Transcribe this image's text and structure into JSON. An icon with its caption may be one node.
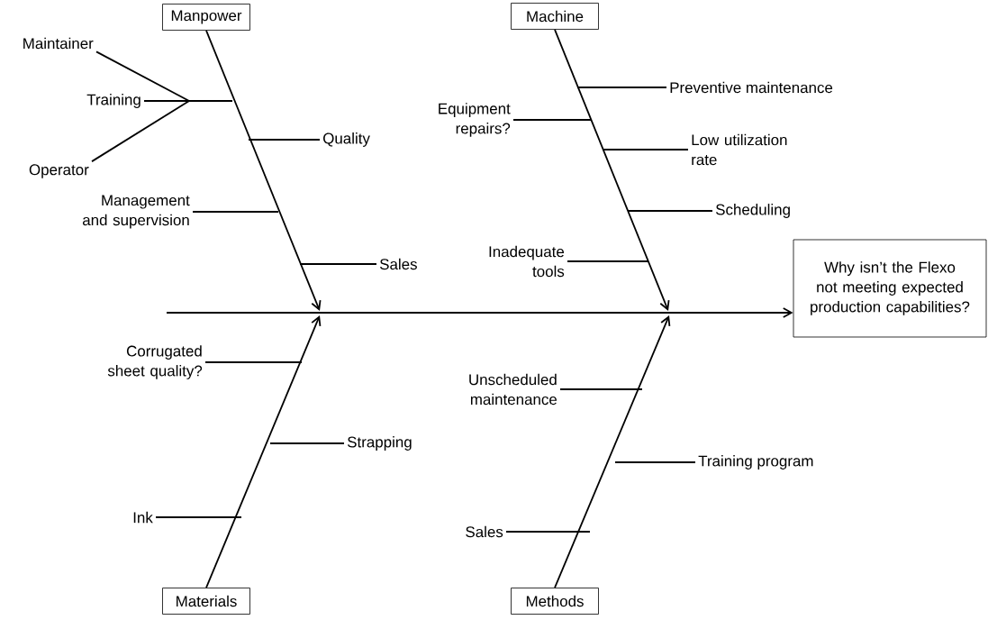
{
  "diagram": {
    "nodes": [
      {
        "text": [
          "Manpower"
        ]
      },
      {
        "text": [
          "Maintainer"
        ]
      },
      {
        "text": [
          "Training"
        ]
      },
      {
        "text": [
          "Operator"
        ]
      },
      {
        "text": [
          "Quality"
        ]
      },
      {
        "text": [
          "Management and supervision"
        ]
      },
      {
        "text": [
          "Sales"
        ]
      },
      {
        "text": [
          "Machine"
        ]
      },
      {
        "text": [
          "Preventive maintenance"
        ]
      },
      {
        "text": [
          "Equipment repairs?"
        ]
      },
      {
        "text": [
          "Low utilization rate"
        ]
      },
      {
        "text": [
          "Scheduling"
        ]
      },
      {
        "text": [
          "Inadequate tools"
        ]
      },
      {
        "text": [
          "Why isn’t the Flexo not meeting expected production capabilities?"
        ]
      },
      {
        "text": [
          "Materials"
        ]
      },
      {
        "text": [
          "Corrugated sheet quality?"
        ]
      },
      {
        "text": [
          "Strapping"
        ]
      },
      {
        "text": [
          "Ink"
        ]
      },
      {
        "text": [
          "Methods"
        ]
      },
      {
        "text": [
          "Unscheduled maintenance"
        ]
      },
      {
        "text": [
          "Training program"
        ]
      },
      {
        "text": [
          "Sales"
        ]
      }
    ],
    "edges": [
      {
        "from": 0,
        "to": null,
        "arrow": "to"
      },
      {
        "from": 7,
        "to": null,
        "arrow": "to"
      },
      {
        "from": 14,
        "to": null,
        "arrow": "to"
      },
      {
        "from": 18,
        "to": null,
        "arrow": "to"
      },
      {
        "from": null,
        "to": 13,
        "arrow": "to"
      },
      {
        "from": 1,
        "to": null,
        "arrow": "none"
      },
      {
        "from": 2,
        "to": null,
        "arrow": "none"
      },
      {
        "from": 3,
        "to": null,
        "arrow": "none"
      },
      {
        "from": 4,
        "to": null,
        "arrow": "none"
      },
      {
        "from": 5,
        "to": null,
        "arrow": "none"
      },
      {
        "from": 6,
        "to": null,
        "arrow": "none"
      },
      {
        "from": 8,
        "to": null,
        "arrow": "none"
      },
      {
        "from": 9,
        "to": null,
        "arrow": "none"
      },
      {
        "from": 10,
        "to": null,
        "arrow": "none"
      },
      {
        "from": 11,
        "to": null,
        "arrow": "none"
      },
      {
        "from": 12,
        "to": null,
        "arrow": "none"
      },
      {
        "from": 15,
        "to": null,
        "arrow": "none"
      },
      {
        "from": 16,
        "to": null,
        "arrow": "none"
      },
      {
        "from": 17,
        "to": null,
        "arrow": "none"
      },
      {
        "from": 19,
        "to": null,
        "arrow": "none"
      },
      {
        "from": 20,
        "to": null,
        "arrow": "none"
      },
      {
        "from": 21,
        "to": null,
        "arrow": "none"
      }
    ]
  }
}
